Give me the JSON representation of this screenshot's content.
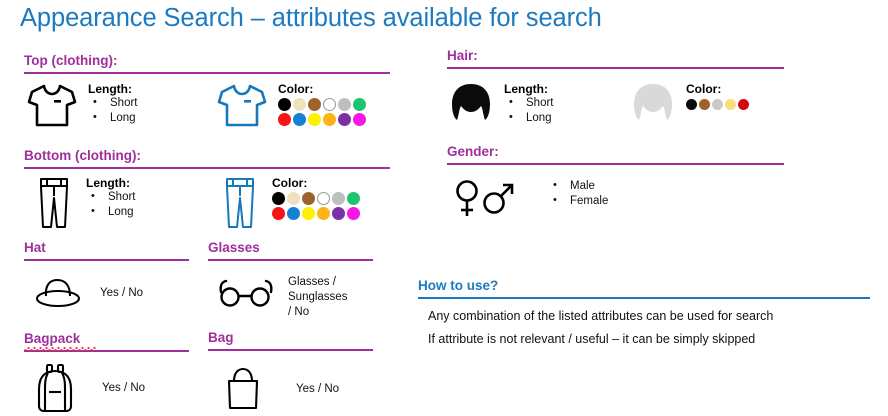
{
  "title": "Appearance Search – attributes available for search",
  "colors": {
    "title_blue": "#1b7ac2",
    "heading_purple": "#9e2f9b",
    "icon_blue": "#1878be",
    "icon_black": "#000000"
  },
  "sections": {
    "top_clothing": {
      "heading": "Top (clothing):",
      "icon": "tshirt-outline-black-icon",
      "length_label": "Length:",
      "length_options": [
        "Short",
        "Long"
      ],
      "color_icon": "tshirt-outline-blue-icon",
      "color_label": "Color:",
      "swatches_row1": [
        "#000000",
        "#efe1bd",
        "#a0622d",
        "#ffffff",
        "#bfbfbf",
        "#1ec46e"
      ],
      "swatches_row2": [
        "#f71414",
        "#1481d2",
        "#fff000",
        "#fcb316",
        "#7b30a8",
        "#f517e8"
      ]
    },
    "bottom_clothing": {
      "heading": "Bottom (clothing):",
      "icon": "pants-outline-black-icon",
      "length_label": "Length:",
      "length_options": [
        "Short",
        "Long"
      ],
      "color_icon": "pants-outline-blue-icon",
      "color_label": "Color:",
      "swatches_row1": [
        "#000000",
        "#efe1bd",
        "#a0622d",
        "#ffffff",
        "#bfbfbf",
        "#1ec46e"
      ],
      "swatches_row2": [
        "#f71414",
        "#1481d2",
        "#fff000",
        "#fcb316",
        "#7b30a8",
        "#f517e8"
      ]
    },
    "hat": {
      "heading": "Hat",
      "icon": "hat-icon",
      "value": "Yes / No"
    },
    "glasses": {
      "heading": "Glasses",
      "icon": "glasses-icon",
      "value_lines": [
        "Glasses /",
        "Sunglasses",
        "/ No"
      ]
    },
    "backpack": {
      "heading": "Bagpack",
      "heading_misspelled": true,
      "icon": "backpack-icon",
      "value": "Yes / No"
    },
    "bag": {
      "heading": "Bag",
      "icon": "handbag-icon",
      "value": "Yes / No"
    },
    "hair": {
      "heading": "Hair:",
      "icon": "hair-black-icon",
      "length_label": "Length:",
      "length_options": [
        "Short",
        "Long"
      ],
      "color_icon": "hair-gray-icon",
      "color_label": "Color:",
      "swatches": [
        "#0b0b0b",
        "#a0622d",
        "#c9c9c9",
        "#f5df7e",
        "#d30a0a"
      ]
    },
    "gender": {
      "heading": "Gender:",
      "icon": "venus-mars-icon",
      "options": [
        "Male",
        "Female"
      ]
    },
    "how_to_use": {
      "heading": "How to use?",
      "lines": [
        "Any combination of the listed attributes can be used for search",
        "If attribute is not relevant / useful – it can be simply skipped"
      ]
    }
  }
}
